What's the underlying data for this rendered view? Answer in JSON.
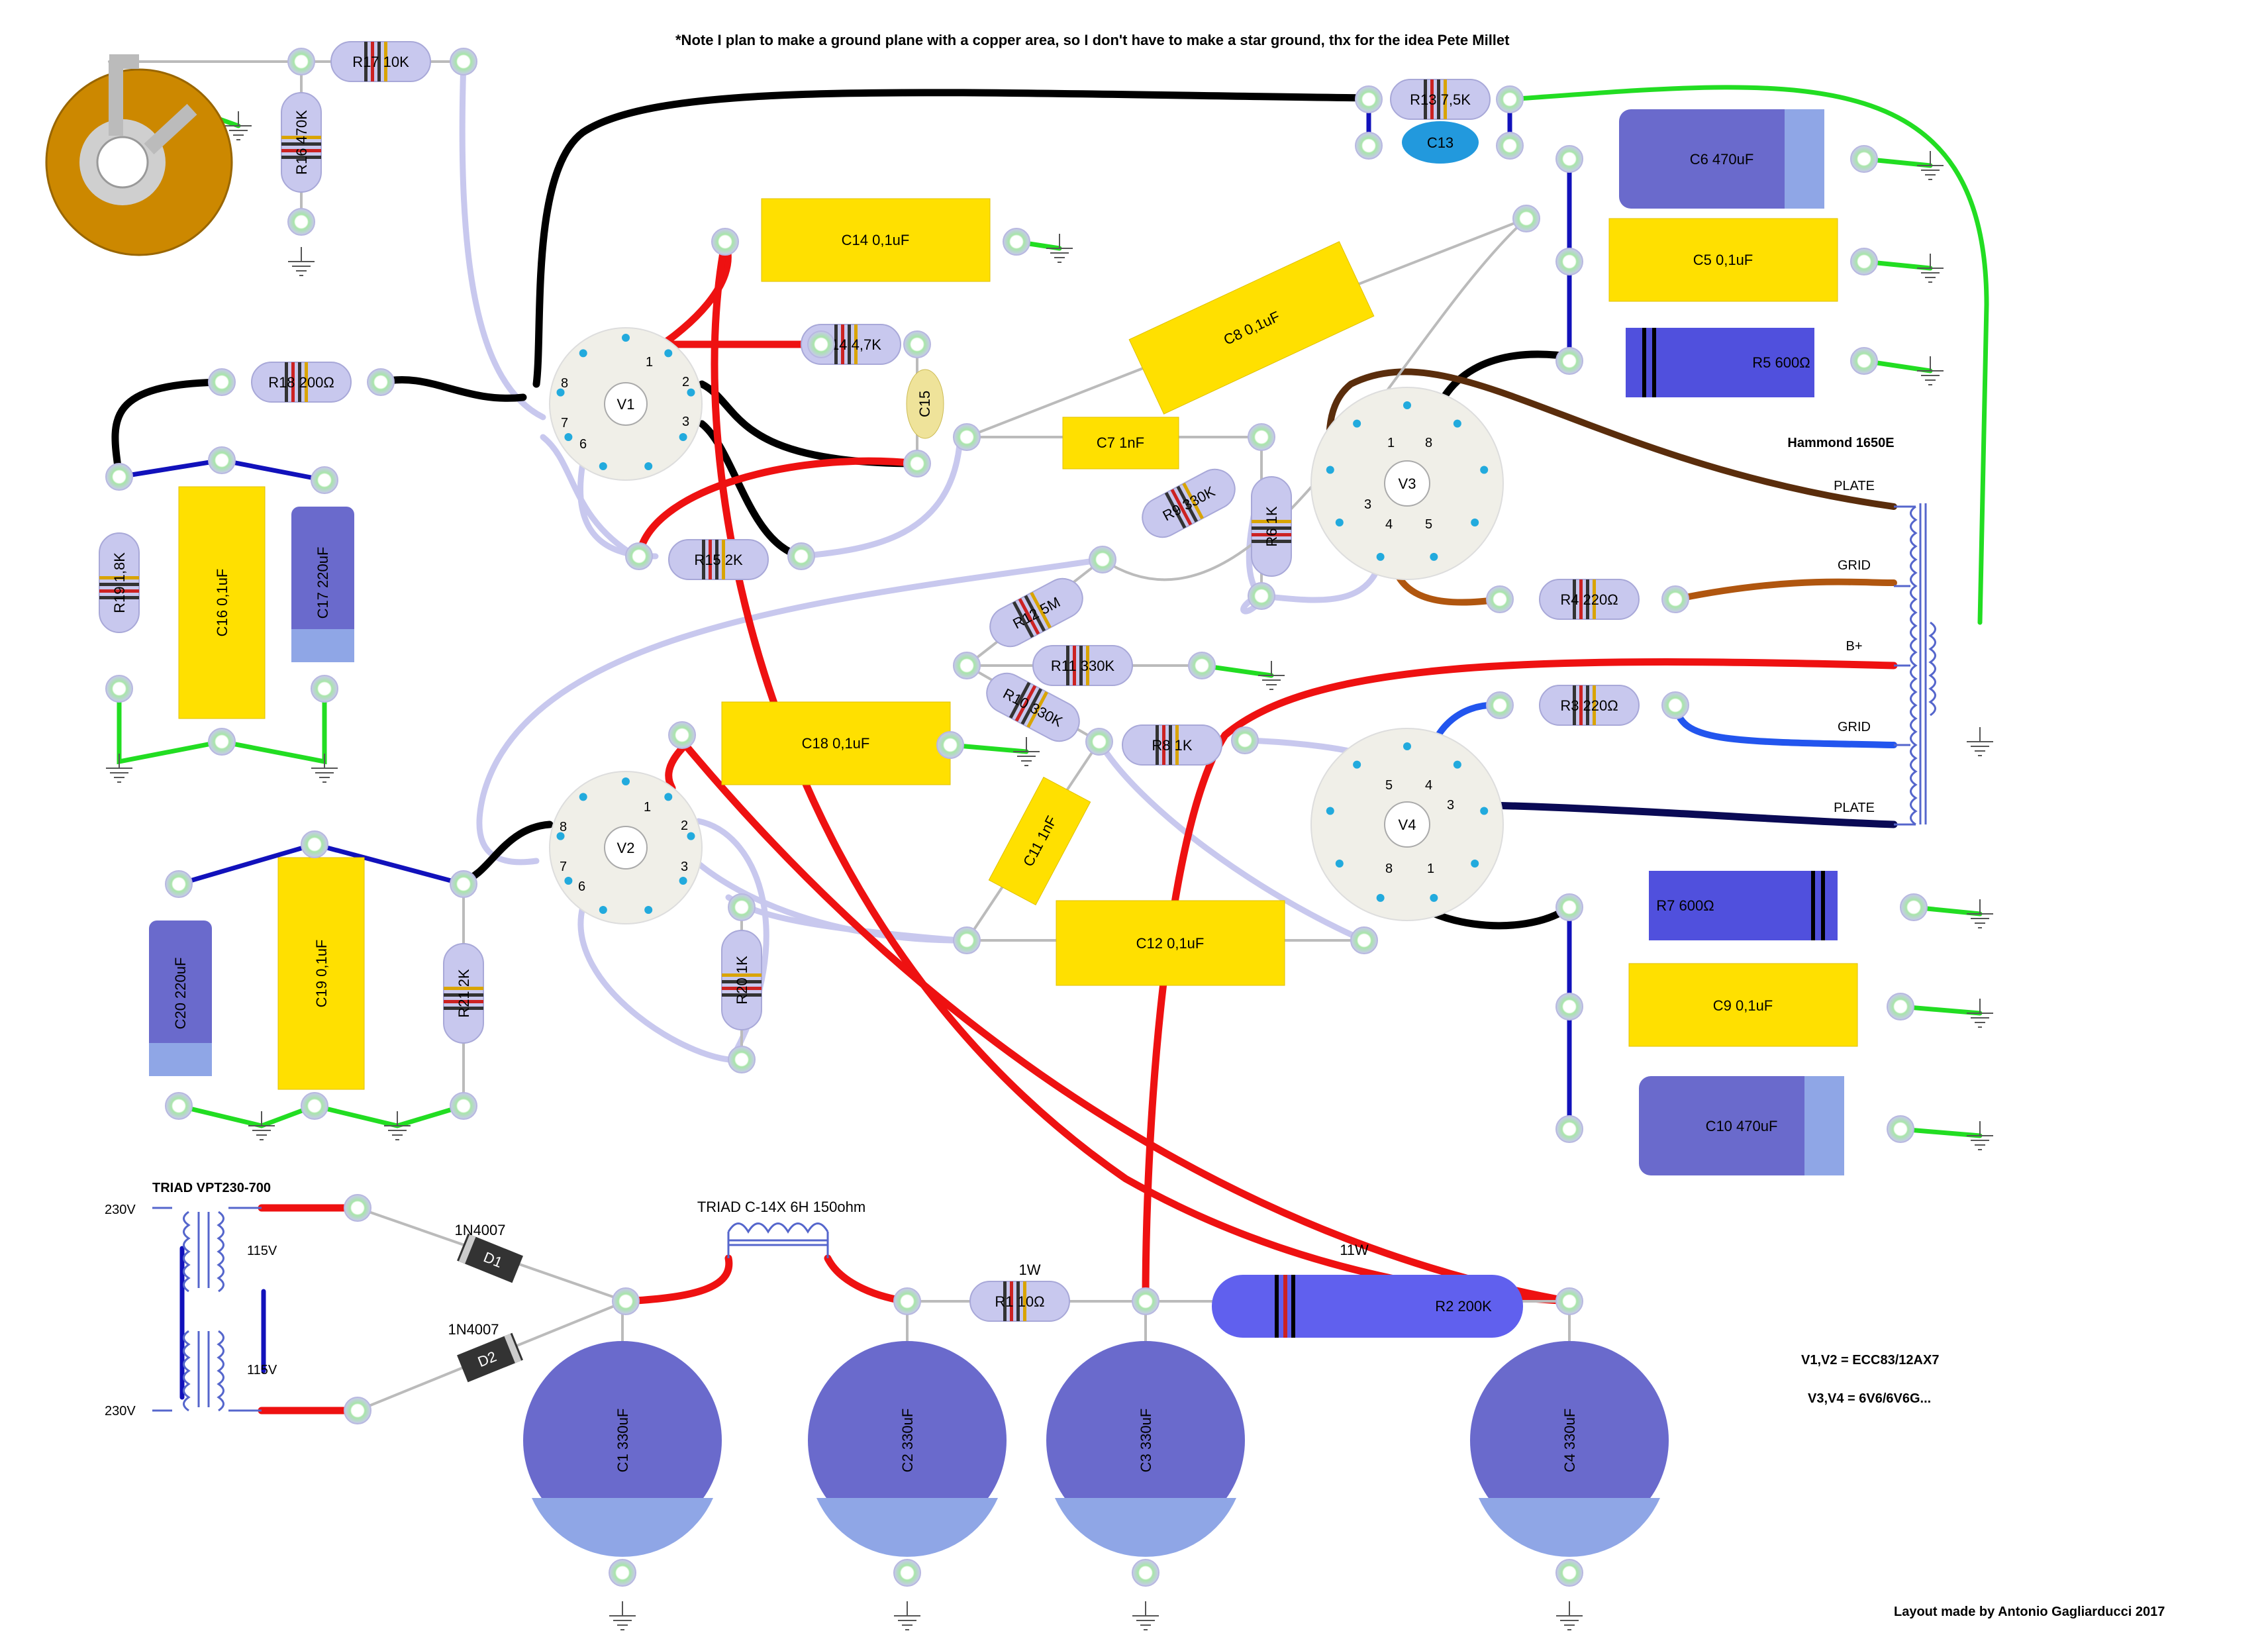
{
  "header": {
    "note": "*Note I plan to make a ground plane with a copper area, so I don't have to make a star ground, thx for the idea Pete Millet"
  },
  "footer": {
    "credit": "Layout made by Antonio Gagliarducci 2017",
    "tubes_v12": "V1,V2 = ECC83/12AX7",
    "tubes_v34": "V3,V4 = 6V6/6V6G..."
  },
  "transformer_power": {
    "name": "TRIAD VPT230-700",
    "primary_top": "230V",
    "primary_bottom": "230V",
    "secondary_top": "115V",
    "secondary_bottom": "115V"
  },
  "choke": {
    "name": "TRIAD C-14X 6H 150ohm"
  },
  "output_transformer": {
    "name": "Hammond 1650E",
    "plate_top": "PLATE",
    "grid_top": "GRID",
    "bplus": "B+",
    "grid_bottom": "GRID",
    "plate_bottom": "PLATE"
  },
  "diodes": {
    "d1_type": "1N4007",
    "d1": "D1",
    "d2_type": "1N4007",
    "d2": "D2"
  },
  "power_notes": {
    "r1_power": "1W",
    "r2_power": "11W"
  },
  "tubes": {
    "v1": {
      "name": "V1",
      "pins": [
        "1",
        "2",
        "3",
        "6",
        "7",
        "8"
      ]
    },
    "v2": {
      "name": "V2",
      "pins": [
        "1",
        "2",
        "3",
        "6",
        "7",
        "8"
      ]
    },
    "v3": {
      "name": "V3",
      "pins": [
        "1",
        "8",
        "3",
        "4",
        "5"
      ]
    },
    "v4": {
      "name": "V4",
      "pins": [
        "5",
        "4",
        "3",
        "8",
        "1"
      ]
    }
  },
  "resistors": {
    "r1": "R1 10Ω",
    "r2": "R2 200K",
    "r3": "R3 220Ω",
    "r4": "R4 220Ω",
    "r5": "R5 600Ω",
    "r6": "R6 1K",
    "r7": "R7 600Ω",
    "r8": "R8 1K",
    "r9": "R9 330K",
    "r10": "R10 330K",
    "r11": "R11 330K",
    "r12": "R12 5M",
    "r13": "R13 7,5K",
    "r14": "R14 4,7K",
    "r15": "R15 2K",
    "r16": "R16 470K",
    "r17": "R17 10K",
    "r18": "R18 200Ω",
    "r19": "R19 1,8K",
    "r20": "R20 1K",
    "r21": "R21 2K"
  },
  "capacitors": {
    "c1": "C1 330uF",
    "c2": "C2 330uF",
    "c3": "C3 330uF",
    "c4": "C4 330uF",
    "c5": "C5 0,1uF",
    "c6": "C6 470uF",
    "c7": "C7 1nF",
    "c8": "C8 0,1uF",
    "c9": "C9 0,1uF",
    "c10": "C10 470uF",
    "c11": "C11 1nF",
    "c12": "C12 0,1uF",
    "c13": "C13",
    "c14": "C14 0,1uF",
    "c15": "C15",
    "c16": "C16 0,1uF",
    "c17": "C17 220uF",
    "c18": "C18 0,1uF",
    "c19": "C19 0,1uF",
    "c20": "C20 220uF"
  },
  "colors": {
    "wire_black": "#000000",
    "wire_red": "#ee1111",
    "wire_green": "#22dd22",
    "wire_blue": "#1111bb",
    "wire_brown": "#5a2d0c",
    "wire_orange_brown": "#b0560f",
    "wire_lavender": "#c8c8ee",
    "cap_yellow": "#ffe000",
    "elec_blue": "#6a6acc",
    "resistor_lavender": "#c8c8ee",
    "pot_orange": "#cc8800"
  }
}
